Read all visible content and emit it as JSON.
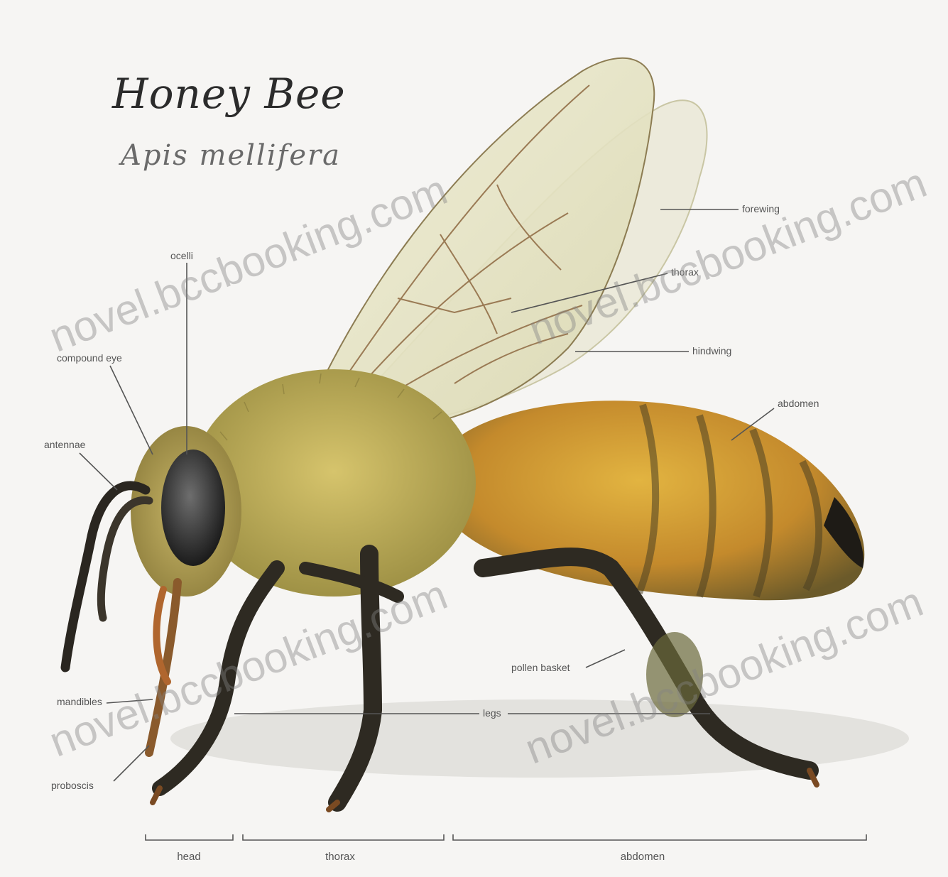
{
  "title": "Honey Bee",
  "subtitle": "Apis mellifera",
  "labels": {
    "ocelli": "ocelli",
    "compound_eye": "compound eye",
    "antennae": "antennae",
    "forewing": "forewing",
    "thorax_top": "thorax",
    "hindwing": "hindwing",
    "abdomen_top": "abdomen",
    "mandibles": "mandibles",
    "proboscis": "proboscis",
    "pollen_basket": "pollen basket",
    "legs": "legs"
  },
  "segments": {
    "head": "head",
    "thorax": "thorax",
    "abdomen": "abdomen"
  },
  "watermark": "novel.bccbooking.com",
  "colors": {
    "wing": "#e9e7c8",
    "thorax": "#b9a84a",
    "abdomen_band": "#c98a2a",
    "leg": "#2e2a22"
  }
}
